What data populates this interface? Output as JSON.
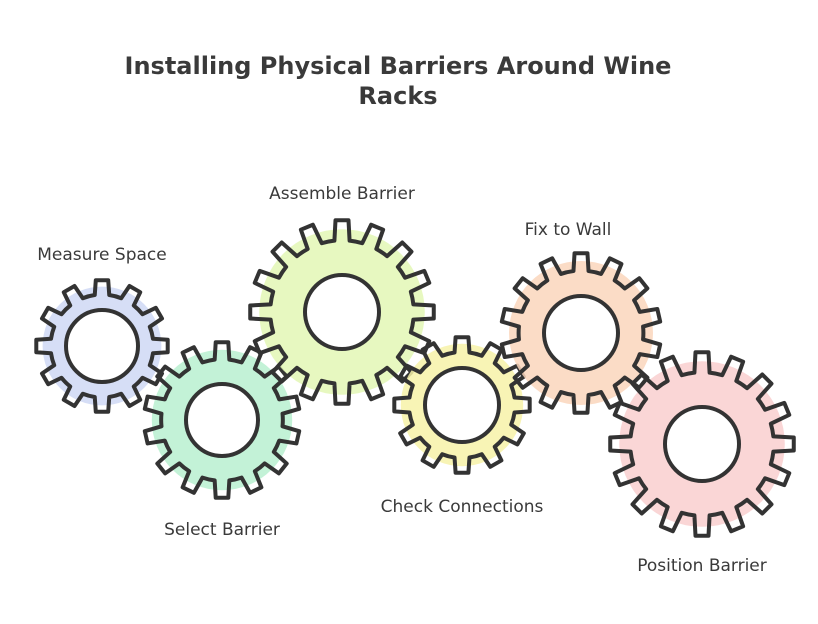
{
  "title": {
    "line1": "Installing Physical Barriers Around Wine",
    "line2": "Racks"
  },
  "steps": [
    {
      "label": "Measure Space",
      "fill": "#cfd8f5"
    },
    {
      "label": "Select Barrier",
      "fill": "#b8f0d0"
    },
    {
      "label": "Assemble Barrier",
      "fill": "#e3f7b5"
    },
    {
      "label": "Check Connections",
      "fill": "#f7f2a8"
    },
    {
      "label": "Fix to Wall",
      "fill": "#fad6bc"
    },
    {
      "label": "Position Barrier",
      "fill": "#f9cfcf"
    }
  ],
  "colors": {
    "outline": "#333333",
    "text": "#3a3a3a"
  }
}
